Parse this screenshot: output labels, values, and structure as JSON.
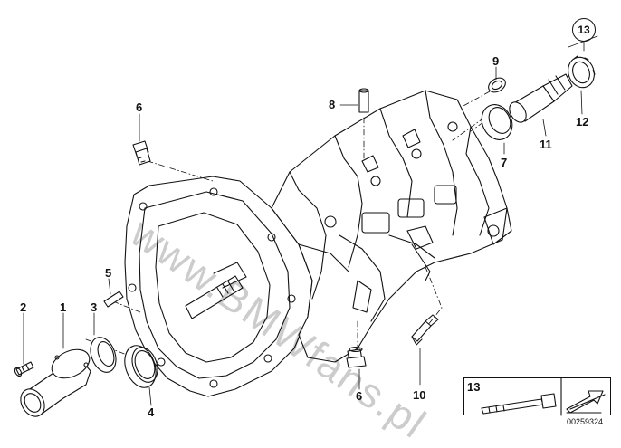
{
  "watermark": "www.BMWfans.pl",
  "callouts": {
    "c1": "1",
    "c2": "2",
    "c3": "3",
    "c4": "4",
    "c5": "5",
    "c6a": "6",
    "c6b": "6",
    "c7": "7",
    "c8": "8",
    "c9": "9",
    "c10": "10",
    "c11": "11",
    "c12": "12",
    "c13": "13"
  },
  "legend": {
    "number": "13"
  },
  "doc_number": "00259324"
}
